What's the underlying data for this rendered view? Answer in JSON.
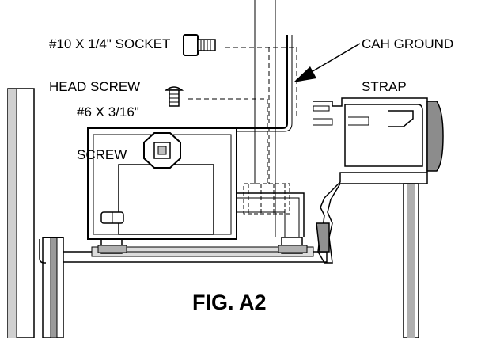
{
  "figure": {
    "title": "FIG. A2",
    "labels": {
      "socket_screw": [
        "#10 X 1/4\" SOCKET",
        "HEAD SCREW"
      ],
      "ground_strap": [
        "CAH GROUND",
        "STRAP"
      ],
      "small_screw": [
        "#6 X 3/16\"",
        "SCREW"
      ]
    }
  },
  "colors": {
    "line": "#000000",
    "shade": "#c8c8c8",
    "dark_shade": "#808080",
    "cap": "#8c8c8c",
    "background": "#ffffff"
  }
}
